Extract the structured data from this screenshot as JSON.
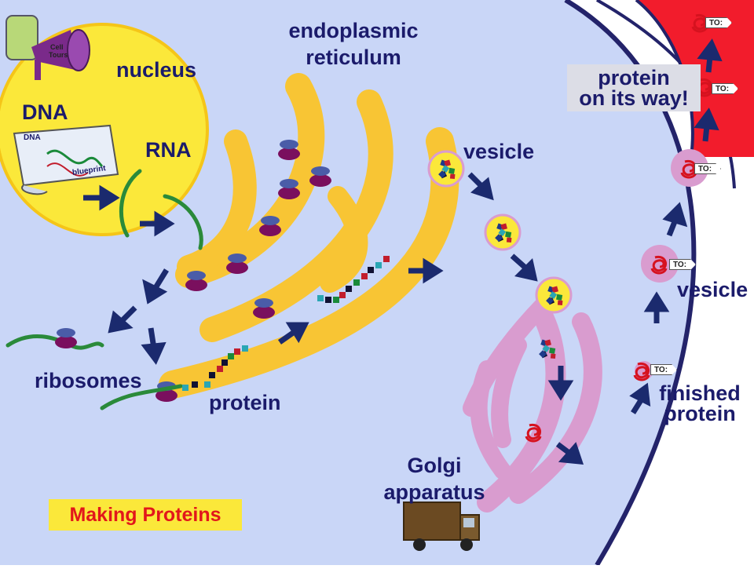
{
  "labels": {
    "nucleus": "nucleus",
    "dna": "DNA",
    "rna": "RNA",
    "er_line1": "endoplasmic",
    "er_line2": "reticulum",
    "vesicle_top": "vesicle",
    "vesicle_right": "vesicle",
    "ribosomes": "ribosomes",
    "protein": "protein",
    "golgi_line1": "Golgi",
    "golgi_line2": "apparatus",
    "finished_line1": "finished",
    "finished_line2": "protein",
    "on_way_line1": "protein",
    "on_way_line2": "on its way!",
    "title": "Making Proteins"
  },
  "blueprint": {
    "dna_text": "DNA",
    "brand_text": "blueprint"
  },
  "cell_tours": {
    "line1": "Cell",
    "line2": "Tours"
  },
  "address_tag": "TO:",
  "colors": {
    "cytoplasm": "#c9d6f7",
    "membrane": "#23236a",
    "nucleus": "#fbe83a",
    "er": "#f8c534",
    "golgi": "#d99ccf",
    "exit_red": "#f21c2c",
    "arrow": "#1b2a6e",
    "ribosome_top": "#4a5ca8",
    "ribosome_bottom": "#7a0f5e",
    "rna_green": "#2a8a3a",
    "title_bg": "#fbe83a",
    "title_text": "#e2171b"
  }
}
